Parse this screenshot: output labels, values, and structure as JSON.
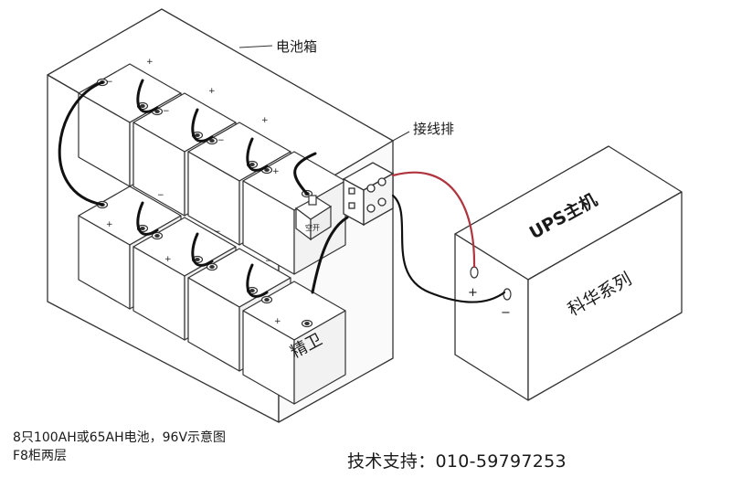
{
  "labels": {
    "battery_box": "电池箱",
    "terminal_block": "接线排",
    "ups_host": "UPS主机",
    "series_name": "科华系列",
    "battery_brand": "精卫",
    "switch_label": "空开",
    "plus": "+",
    "minus": "−"
  },
  "caption": {
    "line1": "8只100AH或65AH电池，96V示意图",
    "line2": "F8柜两层"
  },
  "support": "技术支持：010-59797253",
  "colors": {
    "line": "#333333",
    "cable": "#111111",
    "positive_cable": "#b0353f",
    "fill": "#ffffff",
    "shade": "#f2f2f2"
  },
  "icons": [
    "battery-icon",
    "switch-icon",
    "terminal-icon"
  ]
}
